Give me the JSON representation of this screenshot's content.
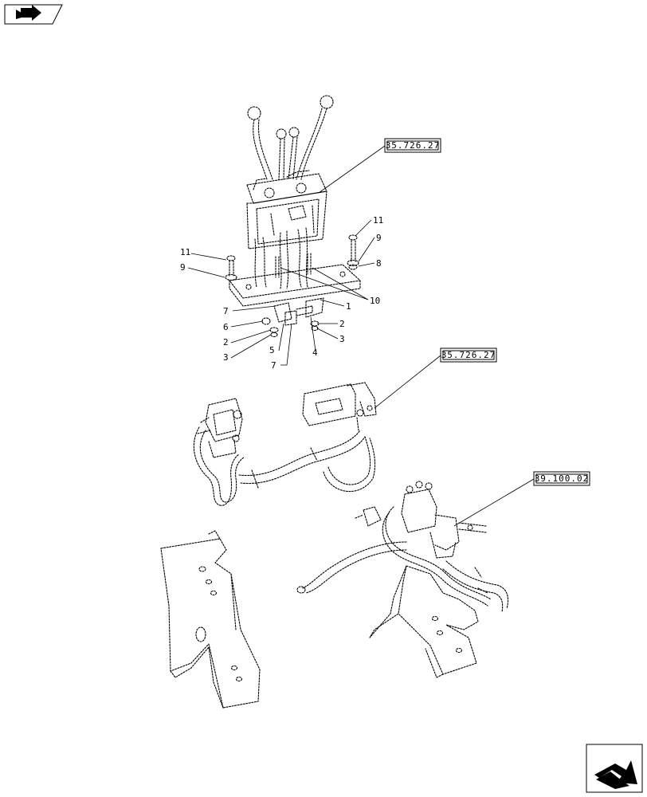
{
  "references": [
    {
      "text": "35.726.27"
    },
    {
      "text": "35.726.27"
    },
    {
      "text": "39.100.02"
    }
  ],
  "callouts": [
    "11",
    "9",
    "8",
    "11",
    "9",
    "10",
    "1",
    "7",
    "6",
    "2",
    "3",
    "5",
    "7",
    "4",
    "2",
    "3"
  ],
  "icons": {
    "top_left": "page-navigation-arrow-icon",
    "bottom_right": "next-page-arrow-icon"
  }
}
